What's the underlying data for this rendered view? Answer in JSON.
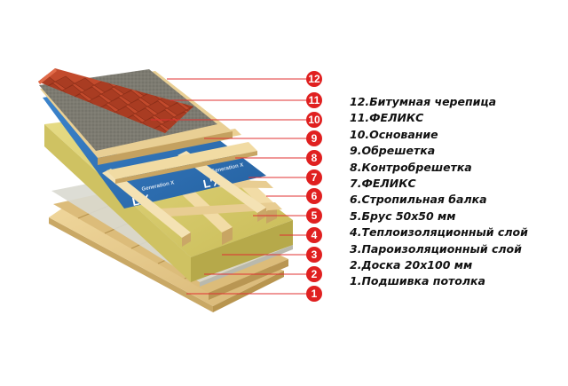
{
  "layers": [
    {
      "num": "12",
      "label": "12.Битумная черепица"
    },
    {
      "num": "11",
      "label": "11.ФЕЛИКС"
    },
    {
      "num": "10",
      "label": "10.Основание"
    },
    {
      "num": "9",
      "label": "9.Обрешетка"
    },
    {
      "num": "8",
      "label": "8.Контробрешетка"
    },
    {
      "num": "7",
      "label": "7.ФЕЛИКС"
    },
    {
      "num": "6",
      "label": "6.Стропильная балка"
    },
    {
      "num": "5",
      "label": "5.Брус 50х50 мм"
    },
    {
      "num": "4",
      "label": "4.Теплоизоляционный слой"
    },
    {
      "num": "3",
      "label": "3.Пароизоляционный слой"
    },
    {
      "num": "2",
      "label": "2.Доска 20х100 мм"
    },
    {
      "num": "1",
      "label": "1.Подшивка потолка"
    }
  ],
  "colors": {
    "badge": "#e02020",
    "leader": "#e03030",
    "shingle": "#c24a2c",
    "felt": "#7c7a70",
    "wood": "#e6c98a",
    "insulation": "#dcd070",
    "membrane": "#2f72b8"
  }
}
